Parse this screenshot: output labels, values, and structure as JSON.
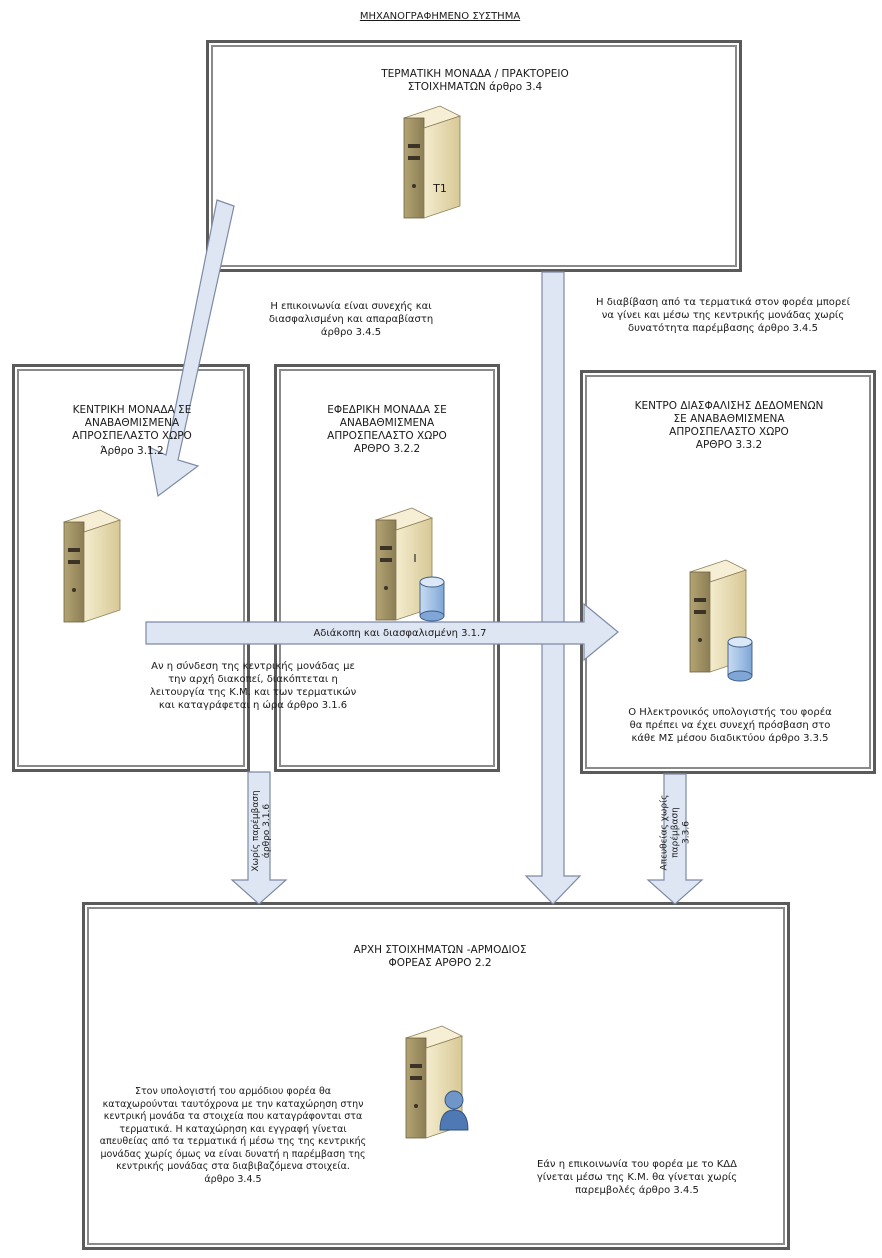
{
  "title": "ΜΗΧΑΝΟΓΡΑΦΗΜΕΝΟ ΣΥΣΤΗΜΑ",
  "boxes": {
    "terminal": {
      "label_line1": "ΤΕΡΜΑΤΙΚΗ ΜΟΝΑΔΑ / ΠΡΑΚΤΟΡΕΙΟ",
      "label_line2": "ΣΤΟΙΧΗΜΑΤΩΝ   άρθρο 3.4",
      "server_tag": "T1"
    },
    "central": {
      "label_line1": "ΚΕΝΤΡΙΚΗ  ΜΟΝΑΔΑ ΣΕ",
      "label_line2": "ΑΝΑΒΑΘΜΙΣΜΕΝΑ",
      "label_line3": "ΑΠΡΟΣΠΕΛΑΣΤΟ ΧΩΡΟ",
      "label_line4": "Άρθρο 3.1.2"
    },
    "backup": {
      "label_line1": "ΕΦΕΔΡΙΚΗ ΜΟΝΑΔΑ ΣΕ",
      "label_line2": "ΑΝΑΒΑΘΜΙΣΜΕΝΑ",
      "label_line3": "ΑΠΡΟΣΠΕΛΑΣΤΟ ΧΩΡΟ",
      "label_line4": "ΑΡΘΡΟ 3.2.2",
      "server_tag": "I"
    },
    "datacenter": {
      "label_line1": "ΚΕΝΤΡΟ ΔΙΑΣΦΑΛΙΣΗΣ ΔΕΔΟΜΕΝΩΝ",
      "label_line2": "ΣΕ ΑΝΑΒΑΘΜΙΣΜΕΝΑ",
      "label_line3": "ΑΠΡΟΣΠΕΛΑΣΤΟ ΧΩΡΟ",
      "label_line4": "ΑΡΘΡΟ 3.3.2",
      "note_line1": "Ο Ηλεκτρονικός υπολογιστής του φορέα",
      "note_line2": "θα πρέπει να έχει συνεχή πρόσβαση στο",
      "note_line3": "κάθε ΜΣ μέσου διαδικτύου άρθρο 3.3.5"
    },
    "authority": {
      "label_line1": "ΑΡΧΗ ΣΤΟΙΧΗΜΑΤΩΝ -ΑΡΜΟΔΙΟΣ",
      "label_line2": "ΦΟΡΕΑΣ ΑΡΘΡΟ 2.2",
      "left_line1": "Στον υπολογιστή του αρμόδιου φορέα θα",
      "left_line2": "καταχωρούνται ταυτόχρονα με την καταχώρηση στην",
      "left_line3": "κεντρική μονάδα τα στοιχεία που καταγράφονται στα",
      "left_line4": "τερματικά. Η καταχώρηση και εγγραφή γίνεται",
      "left_line5": "απευθείας από τα τερματικά ή μέσω της της κεντρικής",
      "left_line6": "μονάδας χωρίς όμως να είναι δυνατή η παρέμβαση της",
      "left_line7": "κεντρικής μονάδας στα διαβιβαζόμενα στοιχεία.",
      "left_line8": "άρθρο 3.4.5",
      "right_line1": "Εάν η επικοινωνία του φορέα με το ΚΔΔ",
      "right_line2": "γίνεται μέσω της Κ.Μ. θα γίνεται χωρίς",
      "right_line3": "παρεμβολές άρθρο 3.4.5"
    }
  },
  "annotations": {
    "comm_line1": "Η επικοινωνία είναι συνεχής και",
    "comm_line2": "διασφαλισμένη και απαραβίαστη",
    "comm_line3": "άρθρο 3.4.5",
    "transfer_line1": "Η διαβίβαση  από τα τερματικά στον φορέα μπορεί",
    "transfer_line2": "να γίνει και μέσω της κεντρικής μονάδας χωρίς",
    "transfer_line3": "δυνατότητα παρέμβασης άρθρο 3.4.5",
    "horizontal_arrow": "Αδιάκοπη και διασφαλισμένη  3.1.7",
    "disconnect_line1": "Αν η σύνδεση της κεντρικής μονάδας με",
    "disconnect_line2": "την αρχή διακοπεί, διακόπτεται η",
    "disconnect_line3": "λειτουργία της Κ.Μ. και των τερματικών",
    "disconnect_line4": "και καταγράφεται η ώρα άρθρο 3.1.6",
    "left_vertical_line1": "Χωρίς παρέμβαση",
    "left_vertical_line2": "άρθρο 3.1.6",
    "right_vertical_line1": "Απευθείας χωρίς",
    "right_vertical_line2": "παρέμβαση",
    "right_vertical_line3": "3.3.6"
  },
  "colors": {
    "arrow_fill": "#dfe6f3",
    "arrow_stroke": "#7d8aa5",
    "frame": "#5a5a5a",
    "server_body": "#e9ddb2",
    "server_side": "#a89a6c",
    "db_fill": "#9fbfe6"
  }
}
